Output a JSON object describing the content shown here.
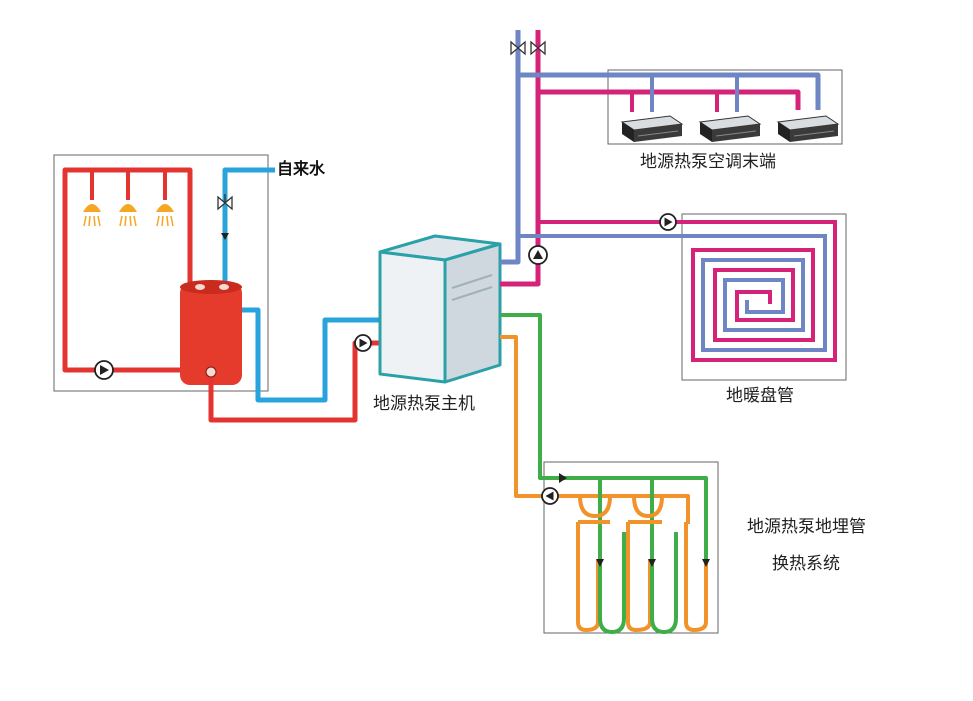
{
  "labels": {
    "tap_water": "自来水",
    "host_unit": "地源热泵主机",
    "ac_terminal": "地源热泵空调末端",
    "floor_heating": "地暖盘管",
    "ground_loop_line1": "地源热泵地埋管",
    "ground_loop_line2": "换热系统"
  },
  "colors": {
    "hot_water_red": "#e3342f",
    "cold_water_blue": "#29a3dc",
    "ac_magenta": "#d6237a",
    "ac_return_blue": "#6f86c4",
    "ground_green": "#3fae49",
    "ground_orange": "#f0932b",
    "unit_body": "#eef2f5",
    "unit_edge": "#2aa1a8",
    "tank_red": "#e53b2c",
    "shower_orange": "#f5a623",
    "box_border": "#555555"
  },
  "icons": {
    "pump": "pump-icon",
    "valve": "valve-icon",
    "shower": "shower-head-icon",
    "fan_coil": "fan-coil-icon",
    "flow_arrow": "flow-arrow-icon"
  }
}
